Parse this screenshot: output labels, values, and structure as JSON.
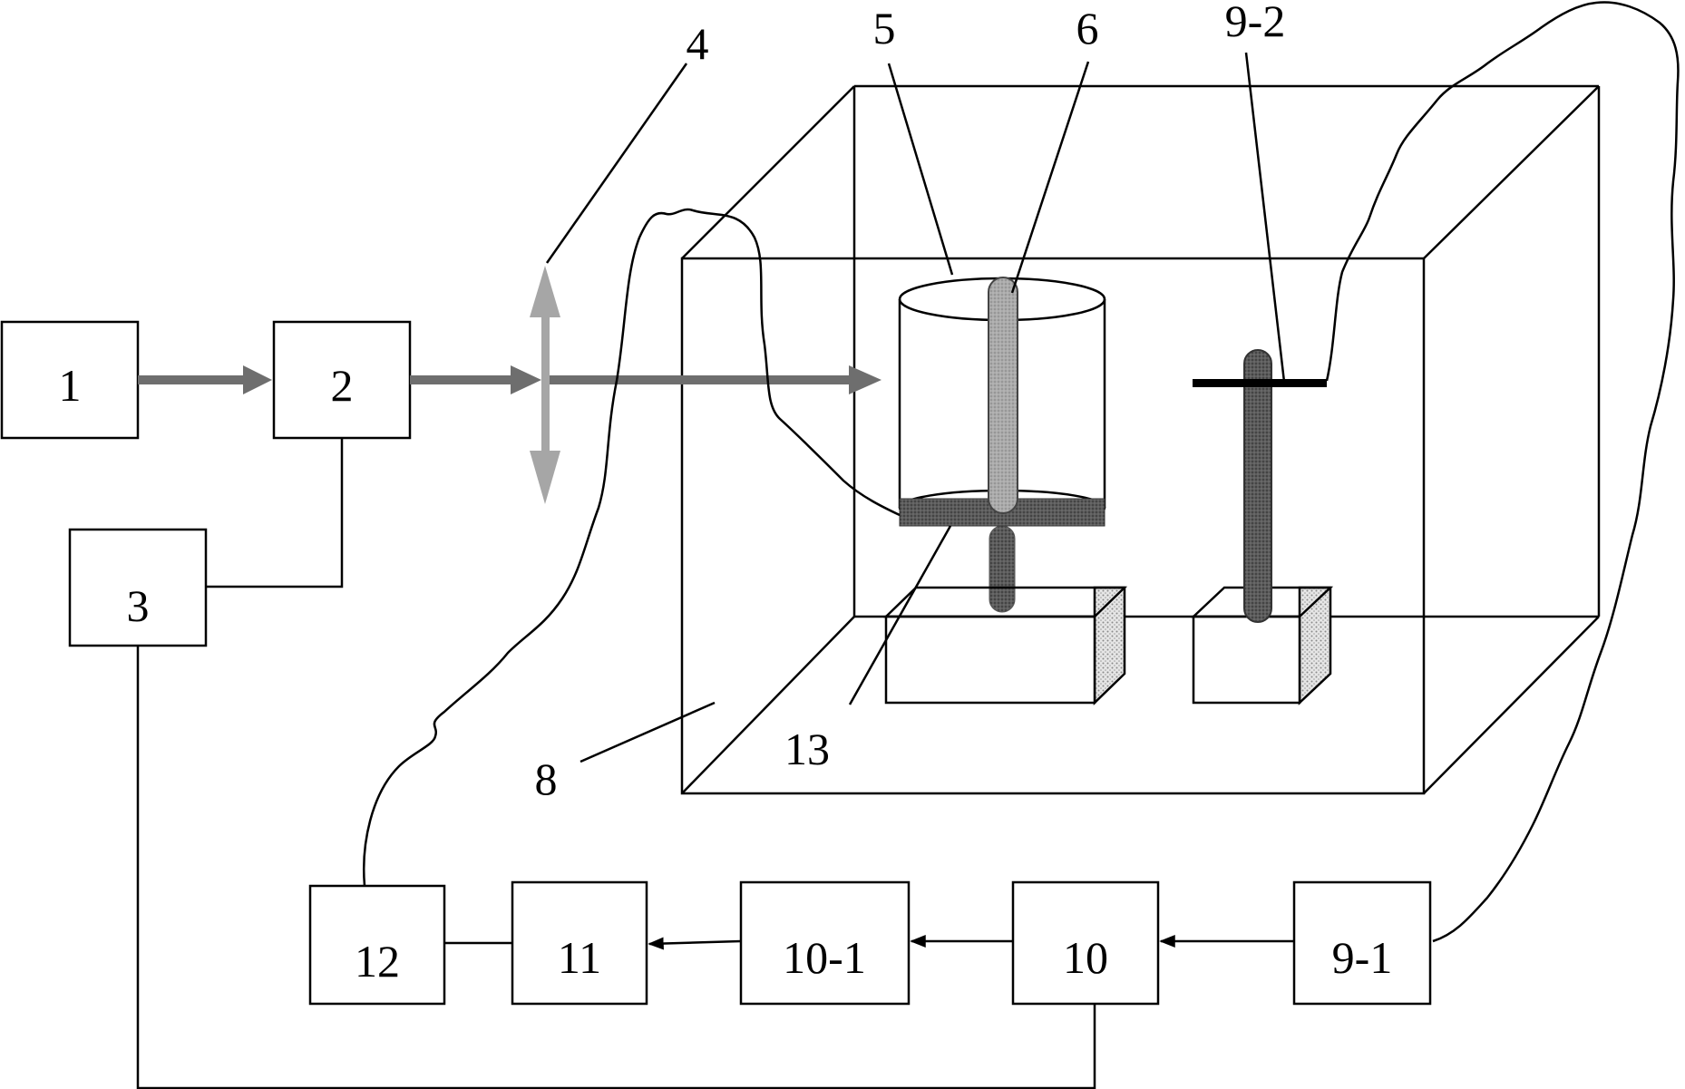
{
  "blocks": {
    "b1": "1",
    "b2": "2",
    "b3": "3",
    "b12": "12",
    "b11": "11",
    "b10_1": "10-1",
    "b10": "10",
    "b9_1": "9-1"
  },
  "callouts": {
    "c4": "4",
    "c5": "5",
    "c6": "6",
    "c9_2": "9-2",
    "c8": "8",
    "c13": "13"
  },
  "colors": {
    "beam": "#6e6e6e",
    "lens": "#a6a6a6",
    "stage_plate": "#5a5a5a",
    "sample_rod": "#a8a8a8",
    "rod_dark": "#5c5c5c",
    "shade": "#cfcfcf"
  }
}
